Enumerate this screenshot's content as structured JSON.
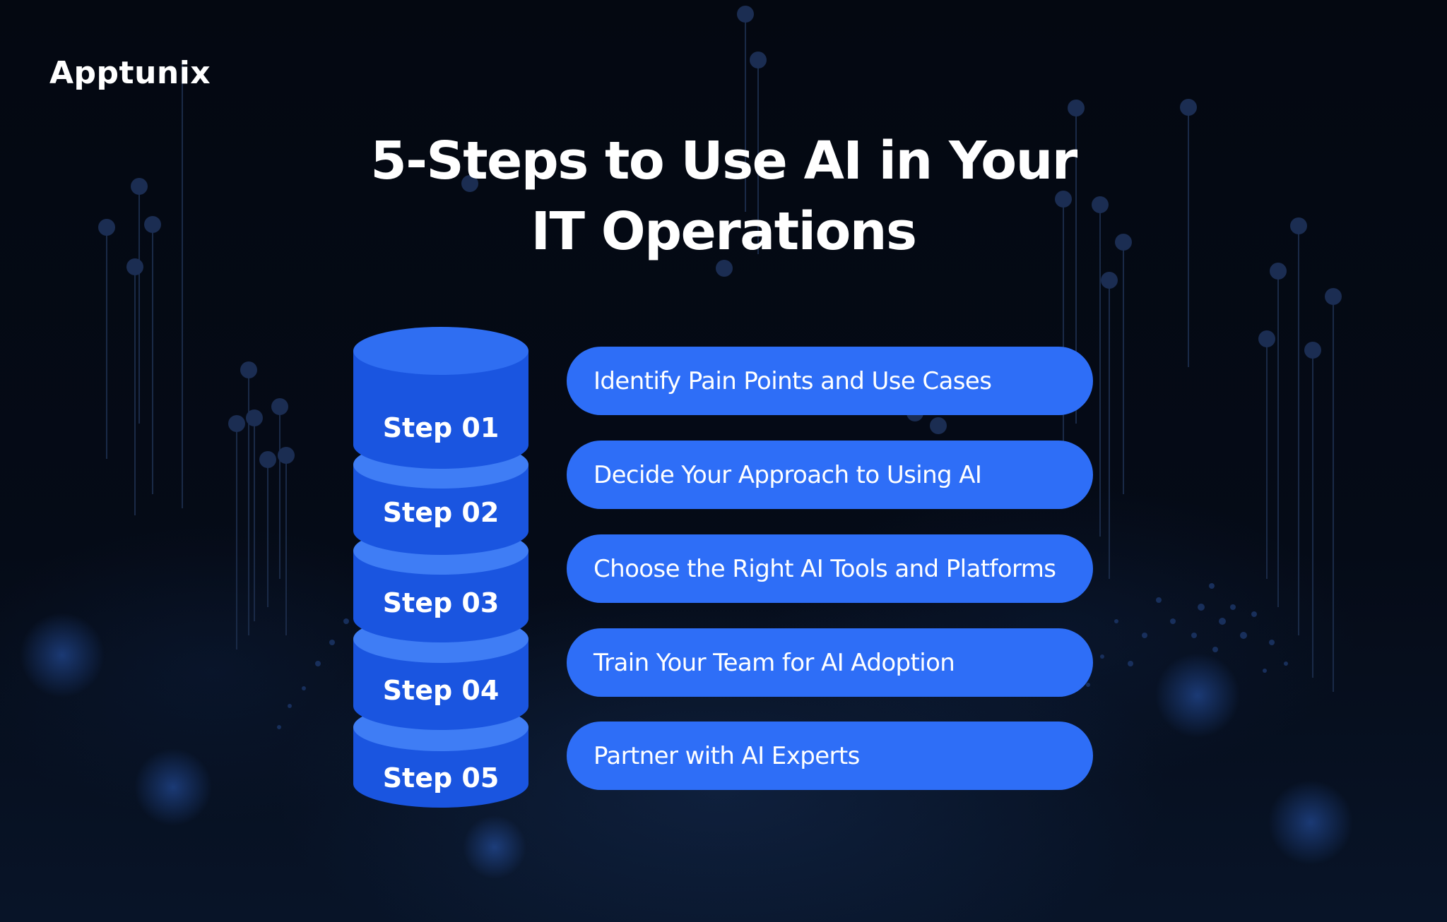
{
  "brand": {
    "name": "Apptunix"
  },
  "title": {
    "line1": "5-Steps to Use AI in Your",
    "line2": "IT Operations"
  },
  "colors": {
    "background": "#03070f",
    "accent_blue": "#2e6ef7",
    "cylinder_blue": "#1f5ce6",
    "text": "#ffffff"
  },
  "steps": [
    {
      "label": "Step 01",
      "text": "Identify Pain Points and Use Cases"
    },
    {
      "label": "Step 02",
      "text": "Decide Your Approach to Using AI"
    },
    {
      "label": "Step 03",
      "text": "Choose the Right AI Tools and Platforms"
    },
    {
      "label": "Step 04",
      "text": "Train Your Team for AI Adoption"
    },
    {
      "label": "Step 05",
      "text": "Partner with AI Experts"
    }
  ]
}
